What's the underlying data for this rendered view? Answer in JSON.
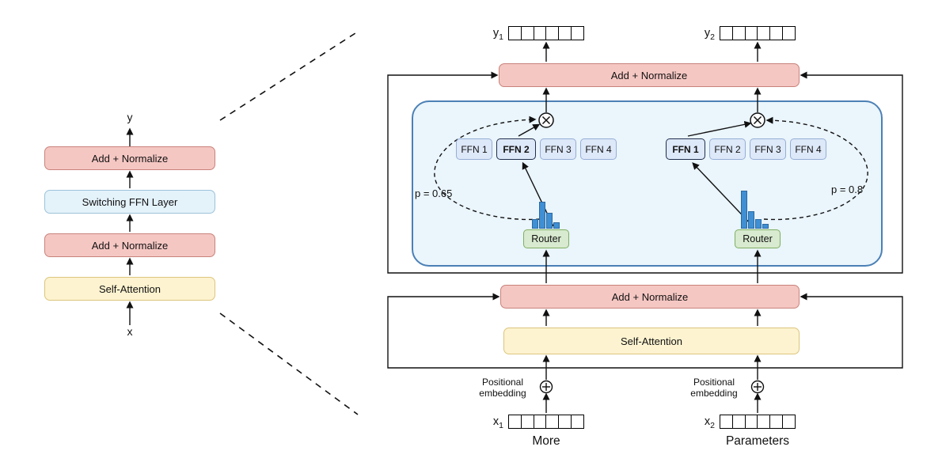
{
  "left_stack": {
    "output_label": "y",
    "input_label": "x",
    "add_norm_top": "Add + Normalize",
    "switching_ffn": "Switching FFN Layer",
    "add_norm_bottom": "Add + Normalize",
    "self_attention": "Self-Attention"
  },
  "right": {
    "add_norm_top": "Add + Normalize",
    "add_norm_mid": "Add + Normalize",
    "self_attention": "Self-Attention",
    "positional_label_line1": "Positional",
    "positional_label_line2": "embedding",
    "outputs": [
      {
        "base": "y",
        "sub": "1",
        "cells": 6
      },
      {
        "base": "y",
        "sub": "2",
        "cells": 6
      }
    ],
    "inputs": [
      {
        "base": "x",
        "sub": "1",
        "cells": 6,
        "word": "More"
      },
      {
        "base": "x",
        "sub": "2",
        "cells": 6,
        "word": "Parameters"
      }
    ],
    "groups": [
      {
        "experts": [
          "FFN 1",
          "FFN 2",
          "FFN 3",
          "FFN 4"
        ],
        "selected_index": 1,
        "probability_label": "p = 0.65",
        "router_label": "Router",
        "histogram": [
          12,
          34,
          20,
          8
        ]
      },
      {
        "experts": [
          "FFN 1",
          "FFN 2",
          "FFN 3",
          "FFN 4"
        ],
        "selected_index": 0,
        "probability_label": "p = 0.8",
        "router_label": "Router",
        "histogram": [
          48,
          22,
          12,
          6
        ]
      }
    ]
  },
  "colors": {
    "add_norm_fill": "#f5c7c3",
    "add_norm_border": "#c9827b",
    "attention_fill": "#fdf3d0",
    "attention_border": "#dcc57e",
    "switch_layer_fill": "#e4f2fa",
    "switch_layer_border": "#9dc3da",
    "switch_container_fill": "#eaf5fc",
    "switch_container_border": "#4b80b5",
    "ffn_fill": "#dde8f8",
    "ffn_border": "#97aed6",
    "ffn_selected_border": "#222f4e",
    "router_fill": "#d8eacf",
    "router_border": "#7fae61",
    "histogram_bar": "#3f8fd4",
    "histogram_bar_border": "#2c6aa0",
    "line_color": "#111111"
  }
}
